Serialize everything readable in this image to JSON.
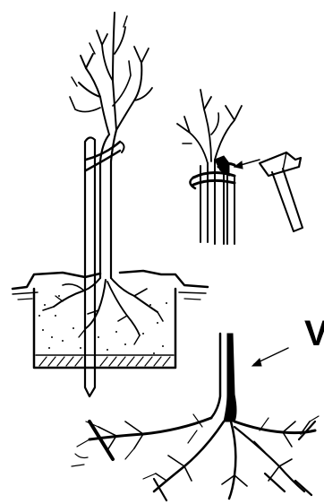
{
  "figure": {
    "partial_label": "V",
    "colors": {
      "ink": "#000000",
      "background": "#ffffff"
    },
    "panels": [
      "tree-planted-in-pit-with-stake",
      "trunk-tied-to-stake-with-hammer",
      "bare-root-system-with-cut-roots"
    ],
    "icons": [
      "hammer-icon",
      "stake-icon",
      "tree-icon",
      "arrow-icon",
      "root-cut-mark-icon"
    ]
  }
}
